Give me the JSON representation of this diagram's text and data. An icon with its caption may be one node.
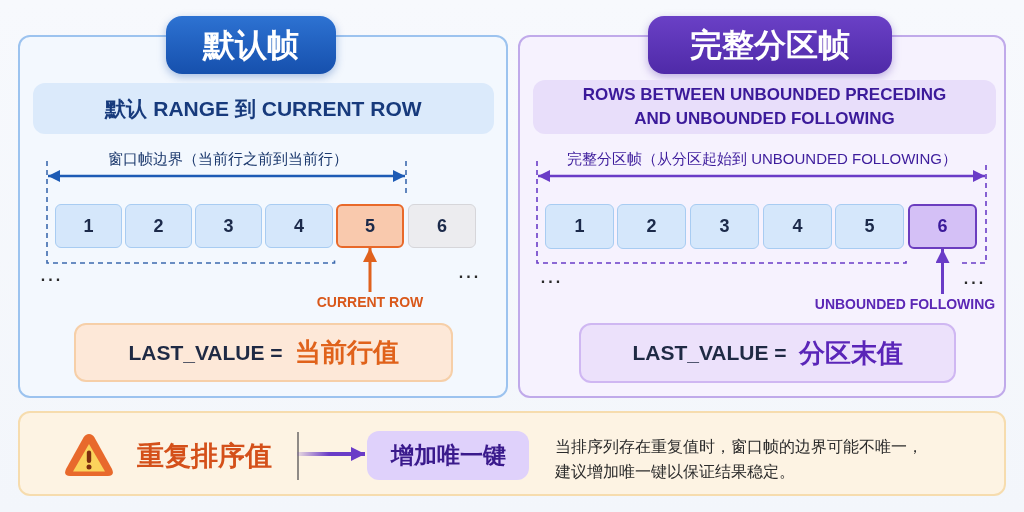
{
  "diagram": {
    "nodes": [
      {
        "text": [
          "默认帧"
        ]
      },
      {
        "text": [
          "默认 RANGE 到 CURRENT ROW"
        ],
        "in": 0
      },
      {
        "text": [
          "1"
        ],
        "in": 0
      },
      {
        "text": [
          "2"
        ],
        "in": 0
      },
      {
        "text": [
          "3"
        ],
        "in": 0
      },
      {
        "text": [
          "4"
        ],
        "in": 0
      },
      {
        "text": [
          "5"
        ],
        "in": 0
      },
      {
        "text": [
          "6"
        ],
        "in": 0
      },
      {
        "text": [
          "CURRENT ROW"
        ],
        "in": 0
      },
      {
        "text": [
          "LAST_VALUE =",
          "当前行值"
        ],
        "in": 0
      },
      {
        "text": [
          "完整分区帧"
        ]
      },
      {
        "text": [
          "ROWS BETWEEN UNBOUNDED PRECEDING AND UNBOUNDED FOLLOWING"
        ],
        "in": 10
      },
      {
        "text": [
          "1"
        ],
        "in": 10
      },
      {
        "text": [
          "2"
        ],
        "in": 10
      },
      {
        "text": [
          "3"
        ],
        "in": 10
      },
      {
        "text": [
          "4"
        ],
        "in": 10
      },
      {
        "text": [
          "5"
        ],
        "in": 10
      },
      {
        "text": [
          "6"
        ],
        "in": 10
      },
      {
        "text": [
          "UNBOUNDED FOLLOWING"
        ],
        "in": 10
      },
      {
        "text": [
          "LAST_VALUE =",
          "分区末值"
        ],
        "in": 10
      },
      {
        "text": [
          "当排序列存在重复值时，窗口帧的边界可能不唯一，建议增加唯一键以保证结果稳定。"
        ]
      },
      {
        "text": [
          "重复排序值"
        ],
        "in": 20
      },
      {
        "text": [
          "增加唯一键"
        ],
        "in": 20
      }
    ],
    "edges": [
      {
        "from": 8,
        "to": 6,
        "arrow": "to",
        "color": "#e0621e"
      },
      {
        "from": 18,
        "to": 17,
        "arrow": "to",
        "color": "#6a3cc7"
      },
      {
        "from": 21,
        "to": 22,
        "arrow": "to",
        "color": "#6a3cc7"
      }
    ],
    "labels": [
      "窗口帧边界（当前行之前到当前行）",
      "...",
      "...",
      "完整分区帧（从分区起始到 UNBOUNDED FOLLOWING）",
      "...",
      "..."
    ]
  }
}
